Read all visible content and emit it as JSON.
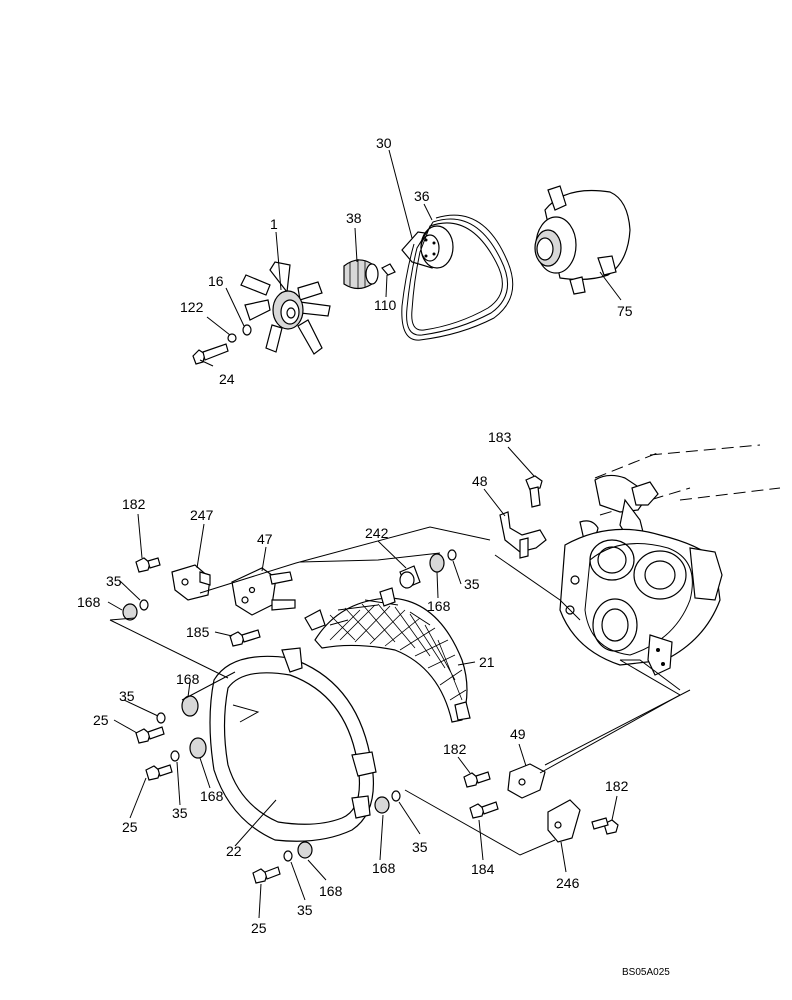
{
  "drawing_code": "BS05A025",
  "callouts": {
    "c1": "1",
    "c16": "16",
    "c122": "122",
    "c24": "24",
    "c38": "38",
    "c110": "110",
    "c30": "30",
    "c36": "36",
    "c75": "75",
    "c183": "183",
    "c48": "48",
    "c182a": "182",
    "c247": "247",
    "c47": "47",
    "c242": "242",
    "c35a": "35",
    "c168a": "168",
    "c35b": "35",
    "c168b": "168",
    "c185": "185",
    "c21": "21",
    "c168c": "168",
    "c35c": "35",
    "c25a": "25",
    "c25b": "25",
    "c35d": "35",
    "c168d": "168",
    "c22": "22",
    "c168e": "168",
    "c35e": "35",
    "c168f": "168",
    "c35f": "35",
    "c25c": "25",
    "c49": "49",
    "c182b": "182",
    "c182c": "182",
    "c184": "184",
    "c246": "246"
  }
}
